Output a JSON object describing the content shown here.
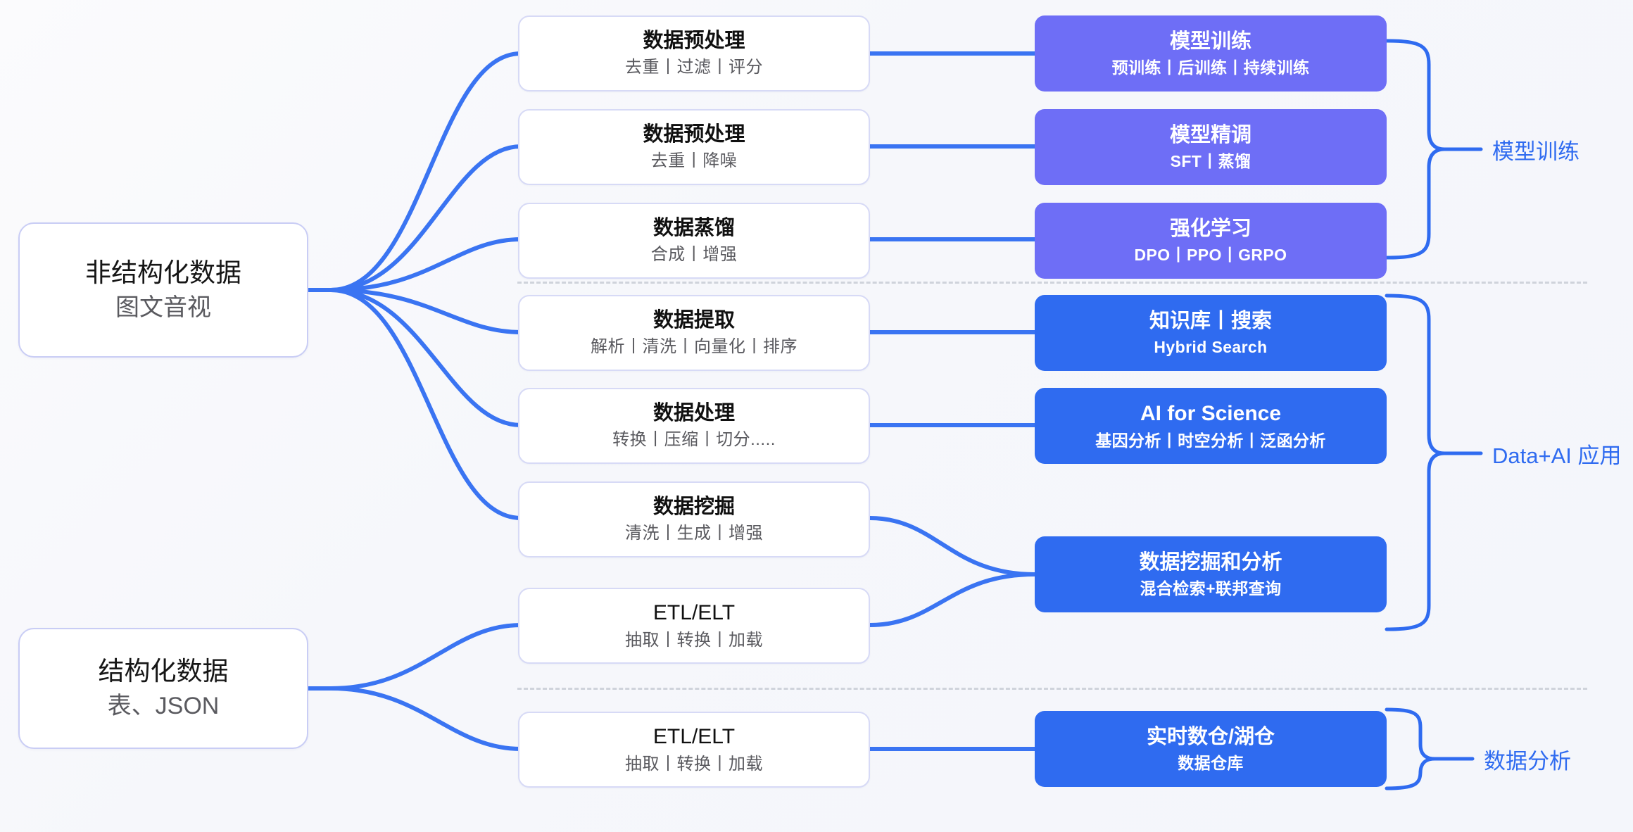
{
  "theme": {
    "background": "#f7f8fc",
    "accent_blue": "#2f6bf0",
    "link_blue": "#3a74f2",
    "purple_box": "#6e6ef6",
    "blue_box": "#2f6bf0",
    "card_border": "#d7daf6",
    "root_border": "#c9cdf5"
  },
  "sources": [
    {
      "id": "unstructured",
      "title": "非结构化数据",
      "subtitle": "图文音视"
    },
    {
      "id": "structured",
      "title": "结构化数据",
      "subtitle": "表、JSON"
    }
  ],
  "pipeline": [
    {
      "id": "prep-1",
      "title": "数据预处理",
      "subtitle": "去重丨过滤丨评分",
      "latin": false
    },
    {
      "id": "prep-2",
      "title": "数据预处理",
      "subtitle": "去重丨降噪",
      "latin": false
    },
    {
      "id": "distill",
      "title": "数据蒸馏",
      "subtitle": "合成丨增强",
      "latin": false
    },
    {
      "id": "extract",
      "title": "数据提取",
      "subtitle": "解析丨清洗丨向量化丨排序",
      "latin": false
    },
    {
      "id": "process",
      "title": "数据处理",
      "subtitle": "转换丨压缩丨切分.....",
      "latin": false
    },
    {
      "id": "mining",
      "title": "数据挖掘",
      "subtitle": "清洗丨生成丨增强",
      "latin": false
    },
    {
      "id": "etl-1",
      "title": "ETL/ELT",
      "subtitle": "抽取丨转换丨加载",
      "latin": true
    },
    {
      "id": "etl-2",
      "title": "ETL/ELT",
      "subtitle": "抽取丨转换丨加载",
      "latin": true
    }
  ],
  "outcomes": [
    {
      "id": "train",
      "title": "模型训练",
      "subtitle": "预训练丨后训练丨持续训练",
      "color": "#6e6ef6",
      "latin": false
    },
    {
      "id": "finetune",
      "title": "模型精调",
      "subtitle": "SFT丨蒸馏",
      "color": "#6e6ef6",
      "latin": false
    },
    {
      "id": "rl",
      "title": "强化学习",
      "subtitle": "DPO丨PPO丨GRPO",
      "color": "#6e6ef6",
      "latin": false
    },
    {
      "id": "kb-search",
      "title": "知识库丨搜索",
      "subtitle": "Hybrid Search",
      "color": "#2f6bf0",
      "latin": false
    },
    {
      "id": "ai4science",
      "title": "AI for Science",
      "subtitle": "基因分析丨时空分析丨泛函分析",
      "color": "#2f6bf0",
      "latin": true
    },
    {
      "id": "mining-analysis",
      "title": "数据挖掘和分析",
      "subtitle": "混合检索+联邦查询",
      "color": "#2f6bf0",
      "latin": false
    },
    {
      "id": "warehouse",
      "title": "实时数仓/湖仓",
      "subtitle": "数据仓库",
      "color": "#2f6bf0",
      "latin": false
    }
  ],
  "group_labels": [
    {
      "id": "model-training-group",
      "label": "模型训练"
    },
    {
      "id": "data-ai-app-group",
      "label": "Data+AI 应用"
    },
    {
      "id": "data-analysis-group",
      "label": "数据分析"
    }
  ]
}
